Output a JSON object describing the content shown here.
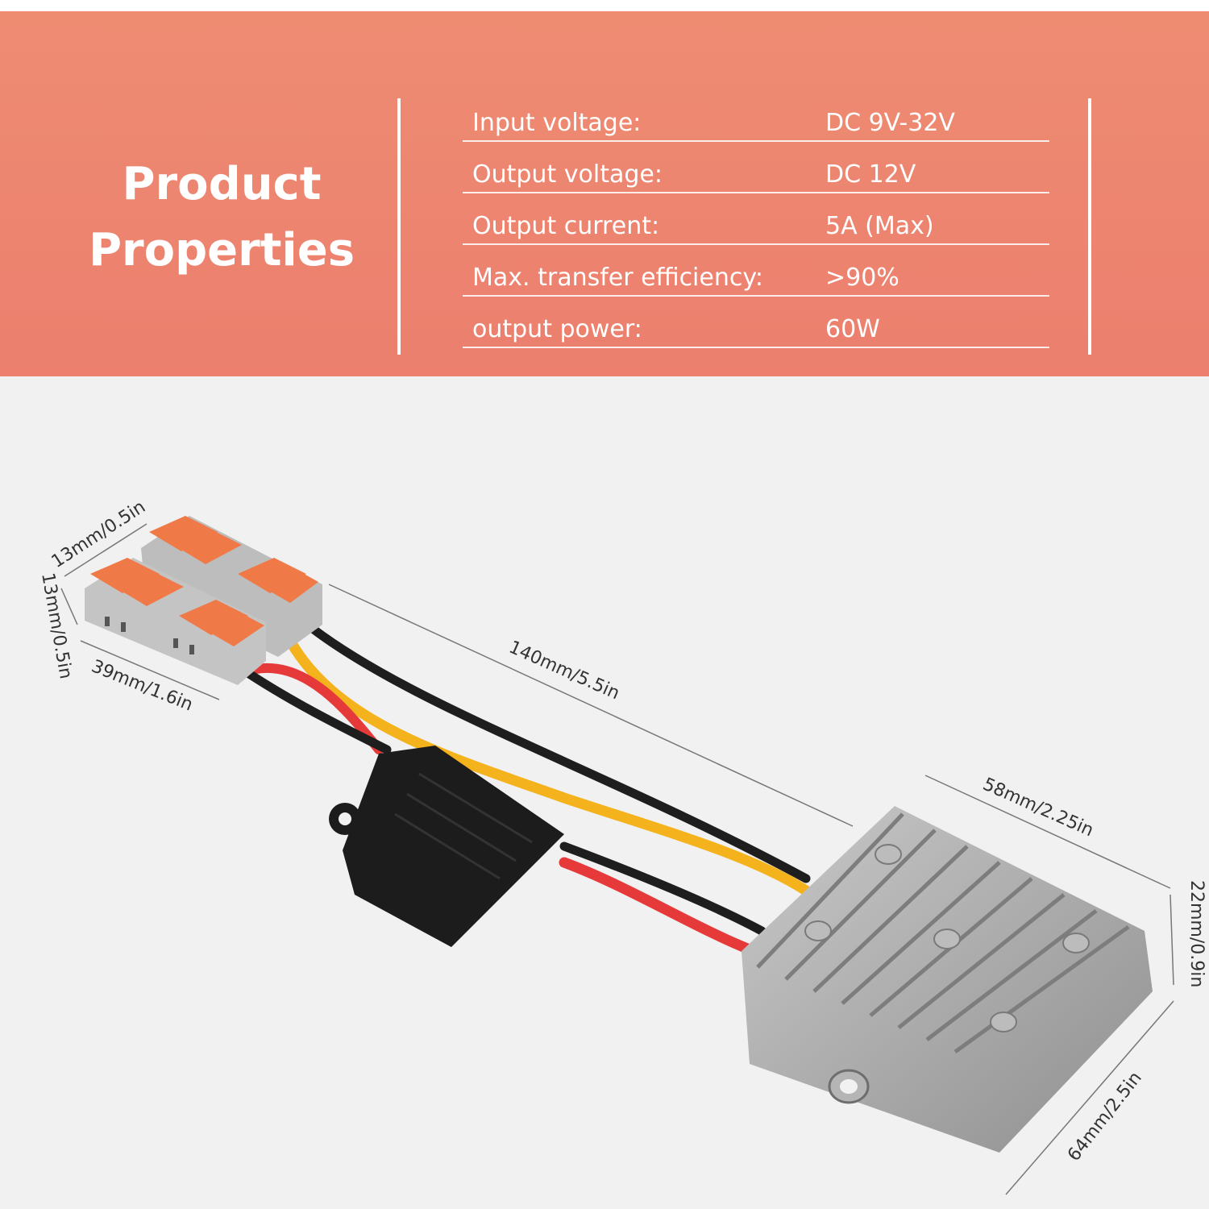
{
  "heading": {
    "line1": "Product",
    "line2": "Properties"
  },
  "specs": [
    {
      "label": "Input voltage:",
      "value": "DC 9V-32V"
    },
    {
      "label": "Output voltage:",
      "value": "DC 12V"
    },
    {
      "label": "Output current:",
      "value": "5A (Max)"
    },
    {
      "label": "Max. transfer efficiency:",
      "value": ">90%"
    },
    {
      "label": "output power:",
      "value": "60W"
    }
  ],
  "dimensions": {
    "connector_width": "13mm/0.5in",
    "connector_height": "13mm/0.5in",
    "connector_length": "39mm/1.6in",
    "cable_length": "140mm/5.5in",
    "module_width": "58mm/2.25in",
    "module_height": "22mm/0.9in",
    "module_length": "64mm/2.5in"
  },
  "colors": {
    "banner": "#ec806e",
    "connector_lever": "#f07a47",
    "connector_body": "#bdbdbd",
    "wire_red": "#e63a3a",
    "wire_yellow": "#f4b21c",
    "wire_black": "#1e1e1e",
    "heatsink": "#a9a9a9"
  }
}
